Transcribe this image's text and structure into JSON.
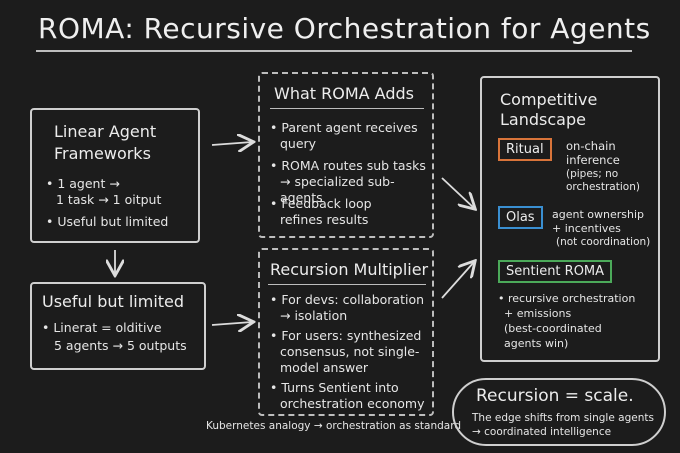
{
  "title": "ROMA: Recursive Orchestration for Agents",
  "linear": {
    "title": [
      "Linear Agent",
      "Frameworks"
    ],
    "lines": [
      "• 1 agent →",
      "1 task → 1 oitput",
      "• Useful but limited"
    ]
  },
  "limited": {
    "title": "Useful but limited",
    "lines": [
      "• Linerat = olditive",
      "5 agents → 5 outputs"
    ]
  },
  "adds": {
    "title": "What ROMA Adds",
    "lines": [
      "• Parent agent receives",
      "query",
      "• ROMA routes sub tasks",
      "→ specialized sub-agents",
      "• Feedback loop",
      "refines results"
    ]
  },
  "recursion": {
    "title": "Recursion Multiplier",
    "lines": [
      "• For devs: collaboration",
      "→ isolation",
      "• For users: synthesized",
      "consensus, not single-",
      "model answer",
      "• Turns Sentient into",
      "orchestration economy"
    ],
    "footnote": "Kubernetes analogy → orchestration as standard"
  },
  "landscape": {
    "title": [
      "Competitive",
      "Landscape"
    ],
    "ritual": {
      "label": "Ritual",
      "color": "#d9743a",
      "desc": [
        "on-chain",
        "inference",
        "(pipes; no",
        "orchestration)"
      ]
    },
    "olas": {
      "label": "Olas",
      "color": "#3a8fd1",
      "desc": [
        "agent ownership",
        "+ incentives",
        "(not coordination)"
      ]
    },
    "sentient": {
      "label": "Sentient ROMA",
      "color": "#4caa5a",
      "desc": [
        "• recursive orchestration",
        "+ emissions",
        "(best-coordinated",
        "agents win)"
      ]
    }
  },
  "cloud": {
    "headline": "Recursion = scale.",
    "sub": [
      "The edge shifts from single agents",
      "→ coordinated intelligence"
    ]
  }
}
